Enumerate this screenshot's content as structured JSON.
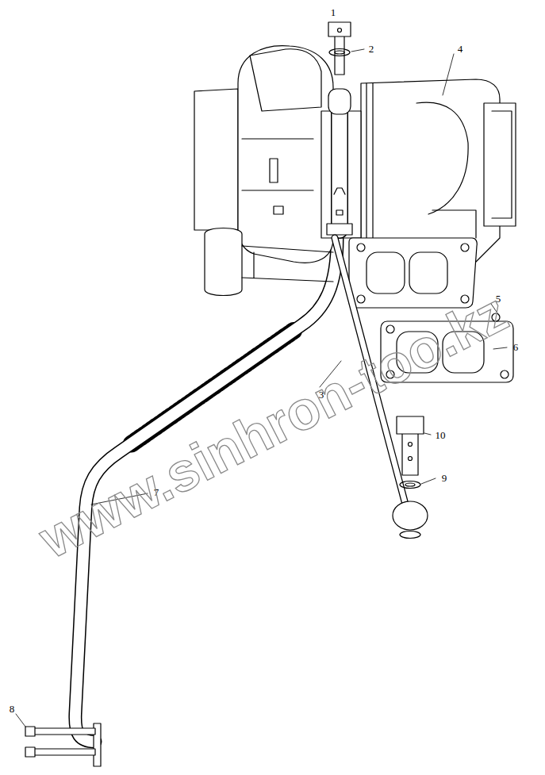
{
  "diagram": {
    "labels": [
      "1",
      "2",
      "3",
      "4",
      "5",
      "6",
      "7",
      "8",
      "9",
      "10",
      "www.sinhron-too.kz"
    ]
  }
}
